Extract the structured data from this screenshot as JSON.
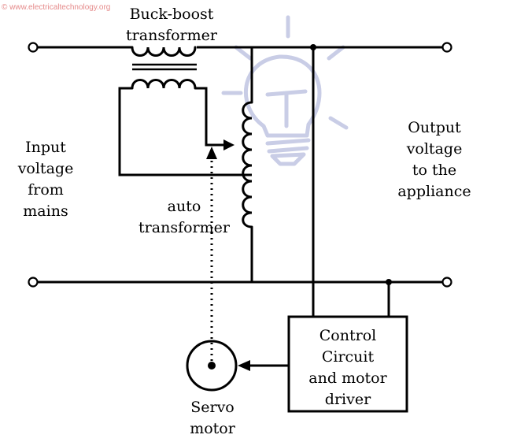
{
  "watermark": "© www.electricaltechnology.org",
  "labels": {
    "buck_boost_1": "Buck-boost",
    "buck_boost_2": "transformer",
    "input_1": "Input",
    "input_2": "voltage",
    "input_3": "from",
    "input_4": "mains",
    "output_1": "Output",
    "output_2": "voltage",
    "output_3": "to the",
    "output_4": "appliance",
    "auto_1": "auto",
    "auto_2": "transformer",
    "control_1": "Control",
    "control_2": "Circuit",
    "control_3": "and motor",
    "control_4": "driver",
    "servo_1": "Servo",
    "servo_2": "motor"
  },
  "colors": {
    "line": "#000000",
    "watermark_bulb": "#c9cde6",
    "watermark_text": "#e58a8a"
  }
}
